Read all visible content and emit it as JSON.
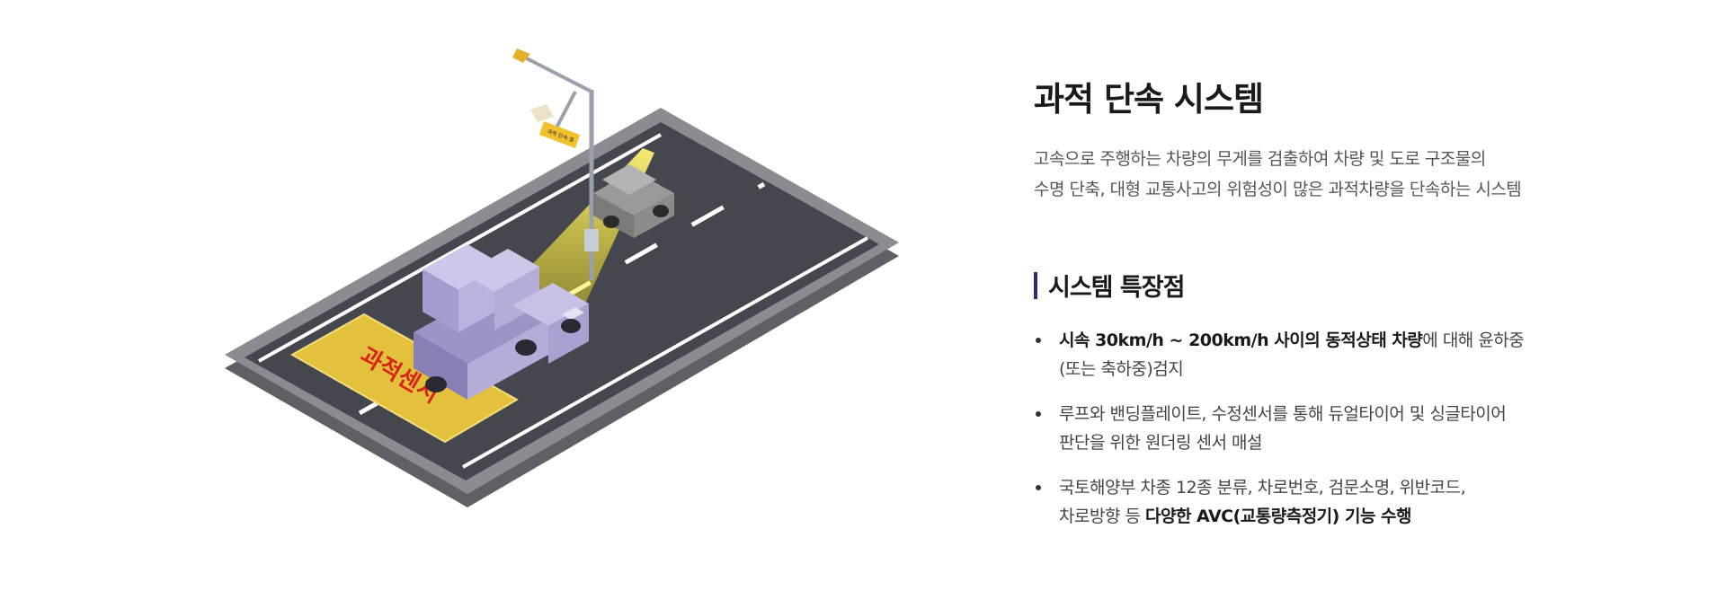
{
  "title": "과적 단속 시스템",
  "description": [
    "고속으로 주행하는 차량의 무게를 검출하여 차량 및 도로 구조물의",
    "수명 단축, 대형 교통사고의 위험성이 많은 과적차량을 단속하는 시스템"
  ],
  "features_title": "시스템 특장점",
  "features": [
    {
      "line1_bold": "시속 30km/h ~ 200km/h 사이의 동적상태 차량",
      "line1_rest": "에 대해 윤하중",
      "line2": "(또는 축하중)검지"
    },
    {
      "line1": "루프와 밴딩플레이트, 수정센서를 통해 듀얼타이어 및 싱글타이어",
      "line2": "판단을 위한 원더링 센서 매설"
    },
    {
      "line1": "국토해양부 차종 12종 분류, 차로번호, 검문소명, 위반코드,",
      "line2_pre": "차로방향 등 ",
      "line2_bold": "다양한 AVC(교통량측정기) 기능 수행"
    }
  ],
  "illustration": {
    "sensor_label": "과적센서",
    "sign_label": "과적 단속 중",
    "colors": {
      "road": "#4a4c55",
      "road_edge": "#7b7d84",
      "sensor_pad": "#e8c33a",
      "sensor_text": "#d8251a",
      "beam": "#ffe600",
      "truck": "#b7acd8",
      "car": "#8b8b8b"
    }
  }
}
